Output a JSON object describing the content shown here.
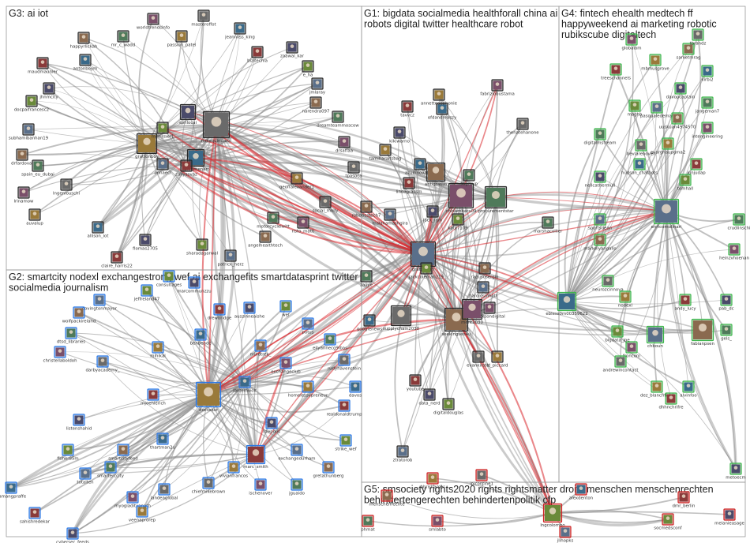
{
  "colors": {
    "background": "#ffffff",
    "panel_border": "#9a9a9a",
    "edge_gray": "#8c8c8c",
    "edge_red": "#d9262b",
    "halo_black": "#2a2a2a",
    "halo_blue": "#2b78e4",
    "halo_green": "#3cb44b",
    "halo_red": "#cc2222"
  },
  "groups": [
    {
      "id": "g1",
      "title_lines": [
        "G1: bigdata socialmedia healthforall china ai",
        "robots digital twitter healthcare robot"
      ],
      "halo": "halo_black"
    },
    {
      "id": "g2",
      "title_lines": [
        "G2: smartcity nodexl exchangestrong wef ai exchangefits smartdatasprint twitter",
        "socialmedia journalism"
      ],
      "halo": "halo_blue"
    },
    {
      "id": "g3",
      "title_lines": [
        "G3: ai iot"
      ],
      "halo": "halo_black"
    },
    {
      "id": "g4",
      "title_lines": [
        "G4: fintech ehealth medtech ff",
        "happyweekend ai marketing robotic",
        "rubikscube digitaltech"
      ],
      "halo": "halo_green"
    },
    {
      "id": "g5",
      "title_lines": [
        "G5: smsociety rights2020 rights rightsmatter droits menschen menschenrechten",
        "behindertengerechten behindertenpolitik cfp"
      ],
      "halo": "halo_red"
    }
  ],
  "nodes": [
    {
      "label": "grattongirl",
      "group": "g1"
    },
    {
      "label": "seekingseo4u",
      "group": "g1"
    },
    {
      "label": "procurementstar",
      "group": "g1"
    },
    {
      "label": "chidambara09",
      "group": "g1"
    },
    {
      "label": "supplychain2030",
      "group": "g1"
    },
    {
      "label": "tamiharalfsbag",
      "group": "g1"
    },
    {
      "label": "azuinnovation",
      "group": "g1"
    },
    {
      "label": "lindagrassm",
      "group": "g1"
    },
    {
      "label": "jack_rgm",
      "group": "g1"
    },
    {
      "label": "katy7109",
      "group": "g1"
    },
    {
      "label": "malahamashgira",
      "group": "g1"
    },
    {
      "label": "antigrasso",
      "group": "g1"
    },
    {
      "label": "sagroup",
      "group": "g1"
    },
    {
      "label": "fabriziobustama",
      "group": "g1"
    },
    {
      "label": "thenatehanone",
      "group": "g1"
    },
    {
      "label": "annetteaophonie",
      "group": "g1"
    },
    {
      "label": "ofdandreaszy",
      "group": "g1"
    },
    {
      "label": "tavvcz",
      "group": "g1"
    },
    {
      "label": "kikiwarno",
      "group": "g1"
    },
    {
      "label": "jackcoleman219",
      "group": "g1"
    },
    {
      "label": "haroldsinnott",
      "group": "g1"
    },
    {
      "label": "ragusosergio",
      "group": "g1"
    },
    {
      "label": "marshacollier",
      "group": "g1"
    },
    {
      "label": "ericksondigital",
      "group": "g1"
    },
    {
      "label": "evankirstel",
      "group": "g1"
    },
    {
      "label": "lc_piccard",
      "group": "g1"
    },
    {
      "label": "googlenews",
      "group": "g1"
    },
    {
      "label": "youtube",
      "group": "g1"
    },
    {
      "label": "data_nerd",
      "group": "g1"
    },
    {
      "label": "digitaldouglas",
      "group": "g1"
    },
    {
      "label": "ztratorob",
      "group": "g1"
    },
    {
      "label": "roboticstech7",
      "group": "g1"
    },
    {
      "label": "zaliye",
      "group": "g1"
    },
    {
      "label": "ment2030",
      "group": "g1"
    },
    {
      "label": "mikequindazzi",
      "group": "g3"
    },
    {
      "label": "grattonboy",
      "group": "g3"
    },
    {
      "label": "vanitjmenam",
      "group": "g3"
    },
    {
      "label": "zaliyasvaz",
      "group": "g3"
    },
    {
      "label": "spnlocai",
      "group": "g3"
    },
    {
      "label": "mvollmer1",
      "group": "g3"
    },
    {
      "label": "onnaeci",
      "group": "g3"
    },
    {
      "label": "happyrlickah",
      "group": "g3"
    },
    {
      "label": "mr_c_wadd",
      "group": "g3"
    },
    {
      "label": "worldtrendsinfo",
      "group": "g3"
    },
    {
      "label": "masteroffot",
      "group": "g3"
    },
    {
      "label": "passion_patel",
      "group": "g3"
    },
    {
      "label": "jeannliss_king",
      "group": "g3"
    },
    {
      "label": "bizitechia",
      "group": "g3"
    },
    {
      "label": "zaawal_kar",
      "group": "g3"
    },
    {
      "label": "e_ha",
      "group": "g3"
    },
    {
      "label": "jmlaray",
      "group": "g3"
    },
    {
      "label": "narendra097",
      "group": "g3"
    },
    {
      "label": "dreamteammoscow",
      "group": "g3"
    },
    {
      "label": "drsaffaa",
      "group": "g3"
    },
    {
      "label": "tpasoca",
      "group": "g3"
    },
    {
      "label": "geoffalexander1",
      "group": "g3"
    },
    {
      "label": "antonboym",
      "group": "g3"
    },
    {
      "label": "maudmaunier",
      "group": "g3"
    },
    {
      "label": "jhnmcity",
      "group": "g3"
    },
    {
      "label": "docpaifrancesc2",
      "group": "g3"
    },
    {
      "label": "subhamibanhan19",
      "group": "g3"
    },
    {
      "label": "drfardoval",
      "group": "g3"
    },
    {
      "label": "spain_eu_dubai",
      "group": "g3"
    },
    {
      "label": "lrinamow",
      "group": "g3"
    },
    {
      "label": "lngenlouschi",
      "group": "g3"
    },
    {
      "label": "auvalup",
      "group": "g3"
    },
    {
      "label": "allison_iot",
      "group": "g3"
    },
    {
      "label": "claire_harris22",
      "group": "g3"
    },
    {
      "label": "fiomas2705",
      "group": "g3"
    },
    {
      "label": "sharadagarwal",
      "group": "g3"
    },
    {
      "label": "patrick_herz",
      "group": "g3"
    },
    {
      "label": "angelhealthtech",
      "group": "g3"
    },
    {
      "label": "motorcyclelwitt",
      "group": "g3"
    },
    {
      "label": "risto_matti",
      "group": "g3"
    },
    {
      "label": "social_molly",
      "group": "g3"
    },
    {
      "label": "docsszar",
      "group": "g2"
    },
    {
      "label": "ibotemwolf",
      "group": "g2"
    },
    {
      "label": "marc_smith",
      "group": "g2"
    },
    {
      "label": "marcommunzzu",
      "group": "g2"
    },
    {
      "label": "jeffreland47",
      "group": "g2"
    },
    {
      "label": "covingtonmayor",
      "group": "g2"
    },
    {
      "label": "wolfpackireland",
      "group": "g2"
    },
    {
      "label": "dtsd_libraries",
      "group": "g2"
    },
    {
      "label": "christellaboldoh",
      "group": "g2"
    },
    {
      "label": "darbyacademy_",
      "group": "g2"
    },
    {
      "label": "mihikal",
      "group": "g2"
    },
    {
      "label": "benbendc",
      "group": "g2"
    },
    {
      "label": "drewbridge",
      "group": "g2"
    },
    {
      "label": "auszinneaishe",
      "group": "g2"
    },
    {
      "label": "wef",
      "group": "g2"
    },
    {
      "label": "potus",
      "group": "g2"
    },
    {
      "label": "mindtrek_",
      "group": "g2"
    },
    {
      "label": "eilyannecg9ibas",
      "group": "g2"
    },
    {
      "label": "exchangeclub",
      "group": "g2"
    },
    {
      "label": "rudyhavenstein",
      "group": "g2"
    },
    {
      "label": "homelessvpreneur",
      "group": "g2"
    },
    {
      "label": "davos",
      "group": "g2"
    },
    {
      "label": "realdonaldtrump",
      "group": "g2"
    },
    {
      "label": "lizepolis",
      "group": "g2"
    },
    {
      "label": "strike_wef",
      "group": "g2"
    },
    {
      "label": "exchangedurham",
      "group": "g2"
    },
    {
      "label": "gretathunberg",
      "group": "g2"
    },
    {
      "label": "jguaido",
      "group": "g2"
    },
    {
      "label": "ischenover",
      "group": "g2"
    },
    {
      "label": "chiefmikebrown",
      "group": "g2"
    },
    {
      "label": "vivianfrancos",
      "group": "g2"
    },
    {
      "label": "thartman2u",
      "group": "g2"
    },
    {
      "label": "mjoehlerich",
      "group": "g2"
    },
    {
      "label": "listenshahid",
      "group": "g2"
    },
    {
      "label": "fisher85m",
      "group": "g2"
    },
    {
      "label": "totalten",
      "group": "g2"
    },
    {
      "label": "smartcityfeed",
      "group": "g2"
    },
    {
      "label": "smarterccity",
      "group": "g2"
    },
    {
      "label": "myogiadityanath",
      "group": "g2"
    },
    {
      "label": "landeaglobal",
      "group": "g2"
    },
    {
      "label": "veenaprorep",
      "group": "g2"
    },
    {
      "label": "hamangpraffe",
      "group": "g2"
    },
    {
      "label": "sahishredekar",
      "group": "g2"
    },
    {
      "label": "cybersec_feeds",
      "group": "g2"
    },
    {
      "label": "consultages",
      "group": "g2"
    },
    {
      "label": "enricomolinari",
      "group": "g4"
    },
    {
      "label": "sarketmrag",
      "group": "g4"
    },
    {
      "label": "jangeman7",
      "group": "g4"
    },
    {
      "label": "globalbm",
      "group": "g4"
    },
    {
      "label": "tbrandz",
      "group": "g4"
    },
    {
      "label": "mbmusgrove",
      "group": "g4"
    },
    {
      "label": "kirbi2",
      "group": "g4"
    },
    {
      "label": "treeschannels",
      "group": "g4"
    },
    {
      "label": "davopcaptain",
      "group": "g4"
    },
    {
      "label": "magha",
      "group": "g4"
    },
    {
      "label": "pasqualedemar",
      "group": "g4"
    },
    {
      "label": "uuskuan4974570",
      "group": "g4"
    },
    {
      "label": "digitalmstream",
      "group": "g4"
    },
    {
      "label": "intengineering",
      "group": "g4"
    },
    {
      "label": "bevlarebovell",
      "group": "g4"
    },
    {
      "label": "evarghaupgma2",
      "group": "g4"
    },
    {
      "label": "hudson_chatbots",
      "group": "g4"
    },
    {
      "label": "junjudap",
      "group": "g4"
    },
    {
      "label": "nellcathermull",
      "group": "g4"
    },
    {
      "label": "tomhall",
      "group": "g4"
    },
    {
      "label": "sportsdean",
      "group": "g4"
    },
    {
      "label": "markelyangallo",
      "group": "g4"
    },
    {
      "label": "crudlinschi",
      "group": "g4"
    },
    {
      "label": "heinzvhoenan",
      "group": "g4"
    },
    {
      "label": "neurozcinnova",
      "group": "g4"
    },
    {
      "label": "nodexl",
      "group": "g4"
    },
    {
      "label": "ebless0m00359622",
      "group": "g4"
    },
    {
      "label": "andy_lucy",
      "group": "g4"
    },
    {
      "label": "pab_dc",
      "group": "g4"
    },
    {
      "label": "bigdata_joe",
      "group": "g4"
    },
    {
      "label": "chboun",
      "group": "g4"
    },
    {
      "label": "fabianpsen",
      "group": "g4"
    },
    {
      "label": "gels_",
      "group": "g4"
    },
    {
      "label": "fronconi",
      "group": "g4"
    },
    {
      "label": "andrewincontact",
      "group": "g4"
    },
    {
      "label": "dez_blanchfield",
      "group": "g4"
    },
    {
      "label": "alvinfoo",
      "group": "g4"
    },
    {
      "label": "dhhnchrifre",
      "group": "g4"
    },
    {
      "label": "metoecm",
      "group": "g4"
    },
    {
      "label": "lngcolombo",
      "group": "g5"
    },
    {
      "label": "jlihopks",
      "group": "g5"
    },
    {
      "label": "menschenrechte",
      "group": "g5"
    },
    {
      "label": "phmat",
      "group": "g5"
    },
    {
      "label": "smlabto",
      "group": "g5"
    },
    {
      "label": "ipicontine1",
      "group": "g5"
    },
    {
      "label": "bbrishamer",
      "group": "g5"
    },
    {
      "label": "alexdenton",
      "group": "g5"
    },
    {
      "label": "dmr_berlin",
      "group": "g5"
    },
    {
      "label": "melanieasage",
      "group": "g5"
    },
    {
      "label": "socmedsconf",
      "group": "g5"
    }
  ]
}
